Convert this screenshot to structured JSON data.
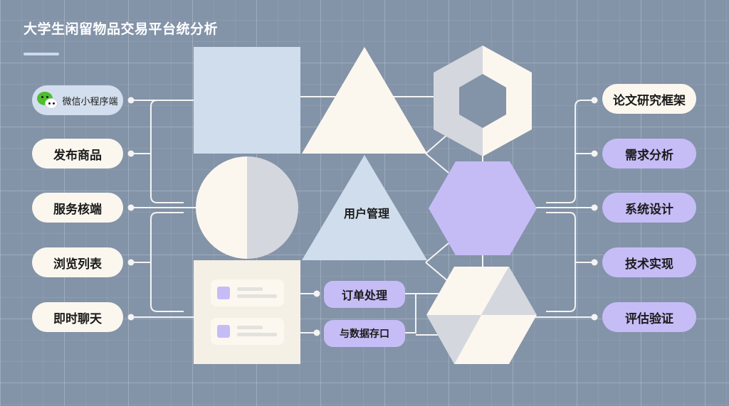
{
  "title": "大学生闲留物品交易平台统分析",
  "left_items": [
    {
      "label": "微信小程序端",
      "icon": "wechat-icon"
    },
    {
      "label": "发布商品"
    },
    {
      "label": "服务核端"
    },
    {
      "label": "浏览列表"
    },
    {
      "label": "即时聊天"
    }
  ],
  "center": {
    "triangle_label": "用户管理",
    "card_buttons": [
      {
        "label": "订单处理"
      },
      {
        "label": "与数据存口"
      }
    ]
  },
  "right_items": [
    {
      "label": "论文研究框架"
    },
    {
      "label": "需求分析"
    },
    {
      "label": "系统设计"
    },
    {
      "label": "技术实现"
    },
    {
      "label": "评估验证"
    }
  ],
  "colors": {
    "background": "#8393a8",
    "cream": "#fbf7ee",
    "light_blue": "#d3dfee",
    "purple": "#c6bdf7",
    "gray": "#d5d7de",
    "wechat_green": "#4dbe2c"
  }
}
